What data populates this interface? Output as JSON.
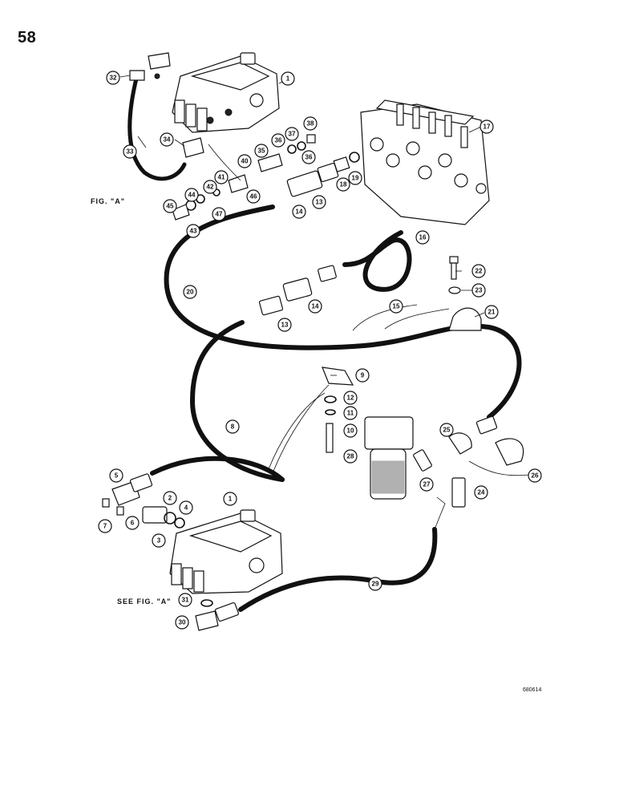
{
  "page": {
    "number": "58",
    "fig_a_label": "FIG. \"A\"",
    "see_fig_label": "SEE FIG. \"A\"",
    "doc_code": "680614"
  },
  "callouts": [
    "1",
    "1",
    "2",
    "3",
    "4",
    "5",
    "6",
    "7",
    "8",
    "9",
    "10",
    "11",
    "12",
    "13",
    "13",
    "14",
    "14",
    "15",
    "16",
    "17",
    "18",
    "19",
    "20",
    "21",
    "22",
    "23",
    "24",
    "25",
    "26",
    "27",
    "28",
    "29",
    "30",
    "31",
    "32",
    "33",
    "34",
    "35",
    "36",
    "36",
    "37",
    "38",
    "40",
    "41",
    "42",
    "43",
    "44",
    "45",
    "46",
    "47"
  ]
}
